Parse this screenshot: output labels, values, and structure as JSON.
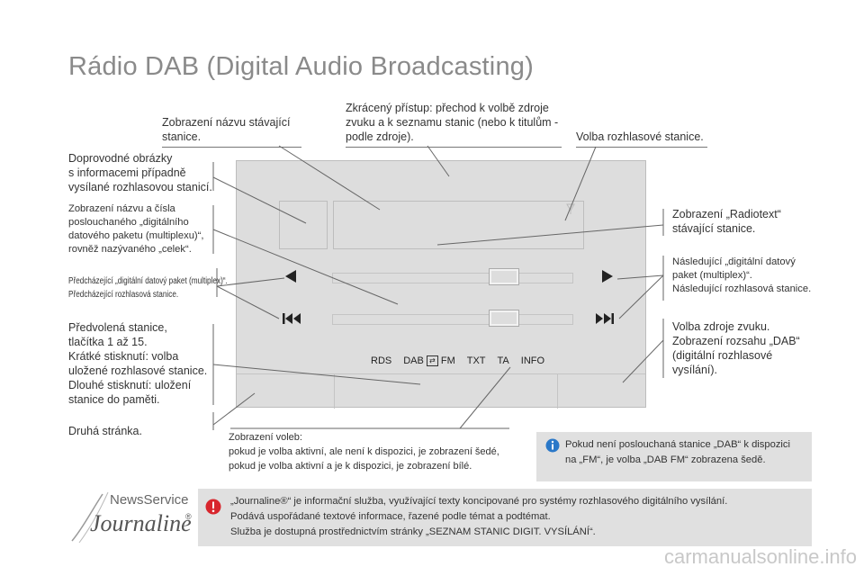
{
  "page": {
    "title": "Rádio DAB (Digital Audio Broadcasting)",
    "watermark": "carmanualsonline.info"
  },
  "callouts": {
    "station_name": "Zobrazení názvu stávající\nstanice.",
    "shortcut": "Zkrácený přístup: přechod k volbě zdroje\nzvuku a k seznamu stanic (nebo k titulům -\npodle zdroje).",
    "station_select": "Volba rozhlasové stanice.",
    "images": "Doprovodné obrázky\ns informacemi případně\nvysílané rozhlasovou stanicí.",
    "multiplex": "Zobrazení názvu a čísla\nposlouchaného „digitálního\ndatového paketu (multiplexu)“,\nrovněž nazývaného „celek“.",
    "previous_multiplex": "Předcházející „digitální datový paket (multiplex)“.",
    "previous_station": "Předcházející rozhlasová stanice.",
    "presets": "Předvolená stanice,\ntlačítka 1 až 15.\nKrátké stisknutí: volba\nuložené rozhlasové stanice.\nDlouhé stisknutí: uložení\nstanice do paměti.",
    "second_page": "Druhá stránka.",
    "radiotext": "Zobrazení „Radiotext“\nstávající stanice.",
    "next": "Následující „digitální datový\npaket (multiplex)“.\nNásledující rozhlasová stanice.",
    "source": "Volba zdroje zvuku.\nZobrazení rozsahu „DAB“\n(digitální rozhlasové\nvysílání).",
    "options_title": "Zobrazení voleb:",
    "options_line1": "pokud je volba aktivní, ale není k dispozici, je zobrazení šedé,",
    "options_line2": "pokud je volba aktivní a je k dispozici, je zobrazení bílé."
  },
  "screen": {
    "buttons": [
      "RDS",
      "DAB",
      "FM",
      "TXT",
      "TA",
      "INFO"
    ],
    "swap_symbol": "⇄"
  },
  "info": {
    "icon": "info-icon",
    "text": "Pokud není poslouchaná stanice „DAB“ k dispozici\nna „FM“, je volba „DAB FM“ zobrazena šedě."
  },
  "note": {
    "icon": "warning-icon",
    "text": "„Journaline®“ je informační služba, využívající texty koncipované pro systémy rozhlasového digitálního vysílání.\nPodává uspořádané textové informace, řazené podle témat a podtémat.\nSlužba je dostupná prostřednictvím stránky „SEZNAM STANIC DIGIT. VYSÍLÁNÍ“."
  },
  "logo": {
    "name": "journaline-logo",
    "top": "NewsService",
    "main": "Journaline",
    "mark": "®"
  },
  "colors": {
    "accent_info": "#2a78c8",
    "accent_warning": "#d8262d",
    "panel": "#e0e0e0",
    "screen": "#dddddd"
  }
}
